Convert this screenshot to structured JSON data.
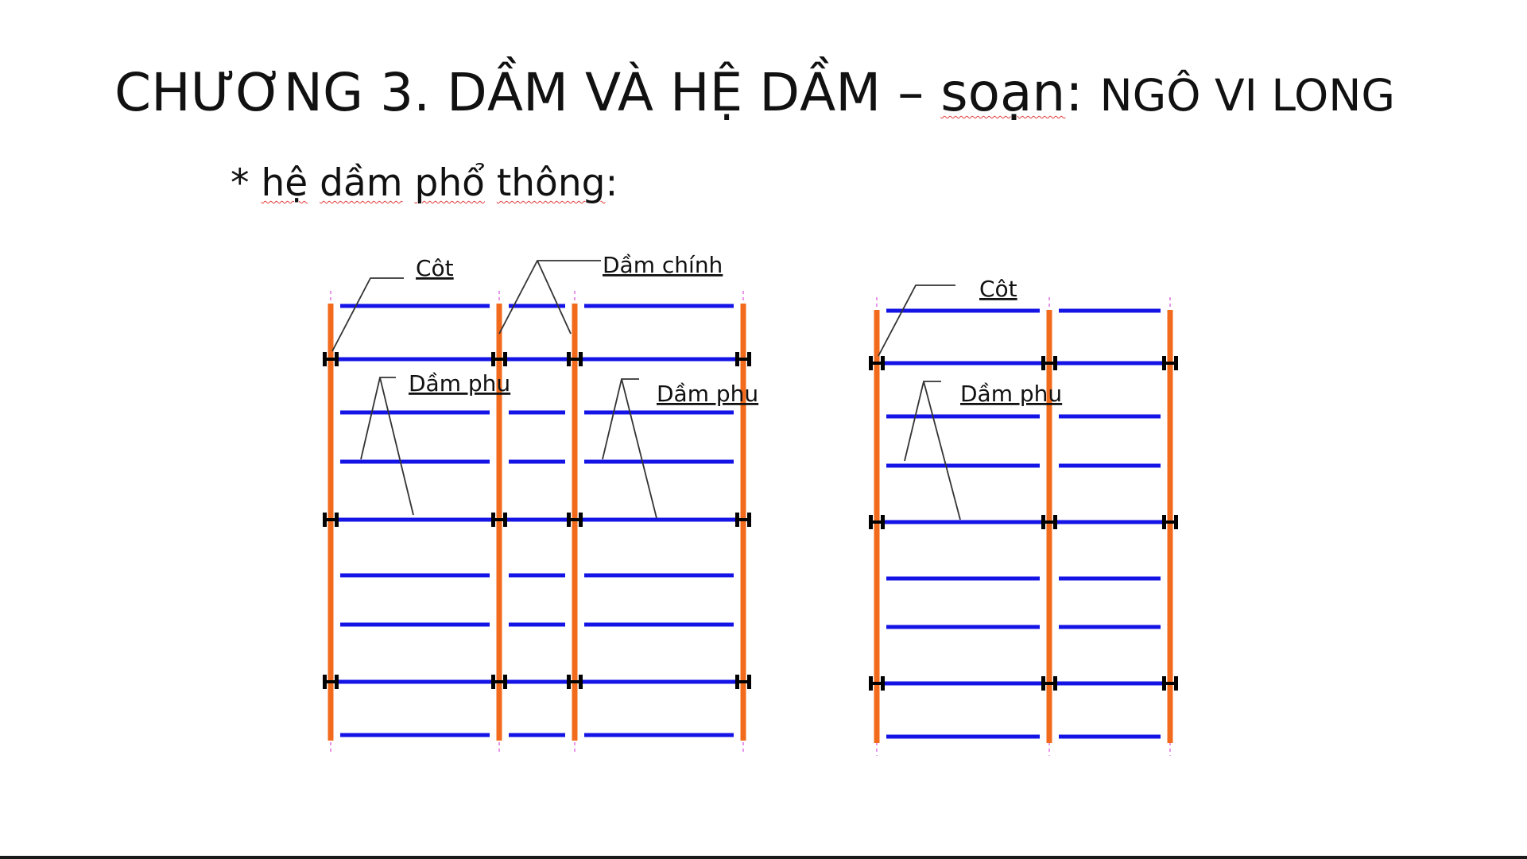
{
  "slide": {
    "title_main": "CHƯƠNG 3. DẦM VÀ HỆ DẦM – ",
    "title_soan": "soạn",
    "title_colon": ": ",
    "title_author": "NGÔ VI LONG",
    "subtitle_star": "* ",
    "subtitle_he": "hệ",
    "subtitle_dam": "dầm",
    "subtitle_pho": "phổ",
    "subtitle_thong": "thông",
    "subtitle_colon": ":"
  },
  "labels": {
    "cot_left": "Côt",
    "dam_chinh": "Dầm chính",
    "dam_phu_left1": "Dầm phu",
    "dam_phu_left2": "Dầm phu",
    "cot_right": "Côt",
    "dam_phu_right": "Dầm phu"
  },
  "colors": {
    "column": "#f26b1d",
    "beam": "#1414e6",
    "connector": "#000000",
    "axis": "#e070e0",
    "leader": "#333333",
    "spellcheck": "#e23b3b"
  }
}
